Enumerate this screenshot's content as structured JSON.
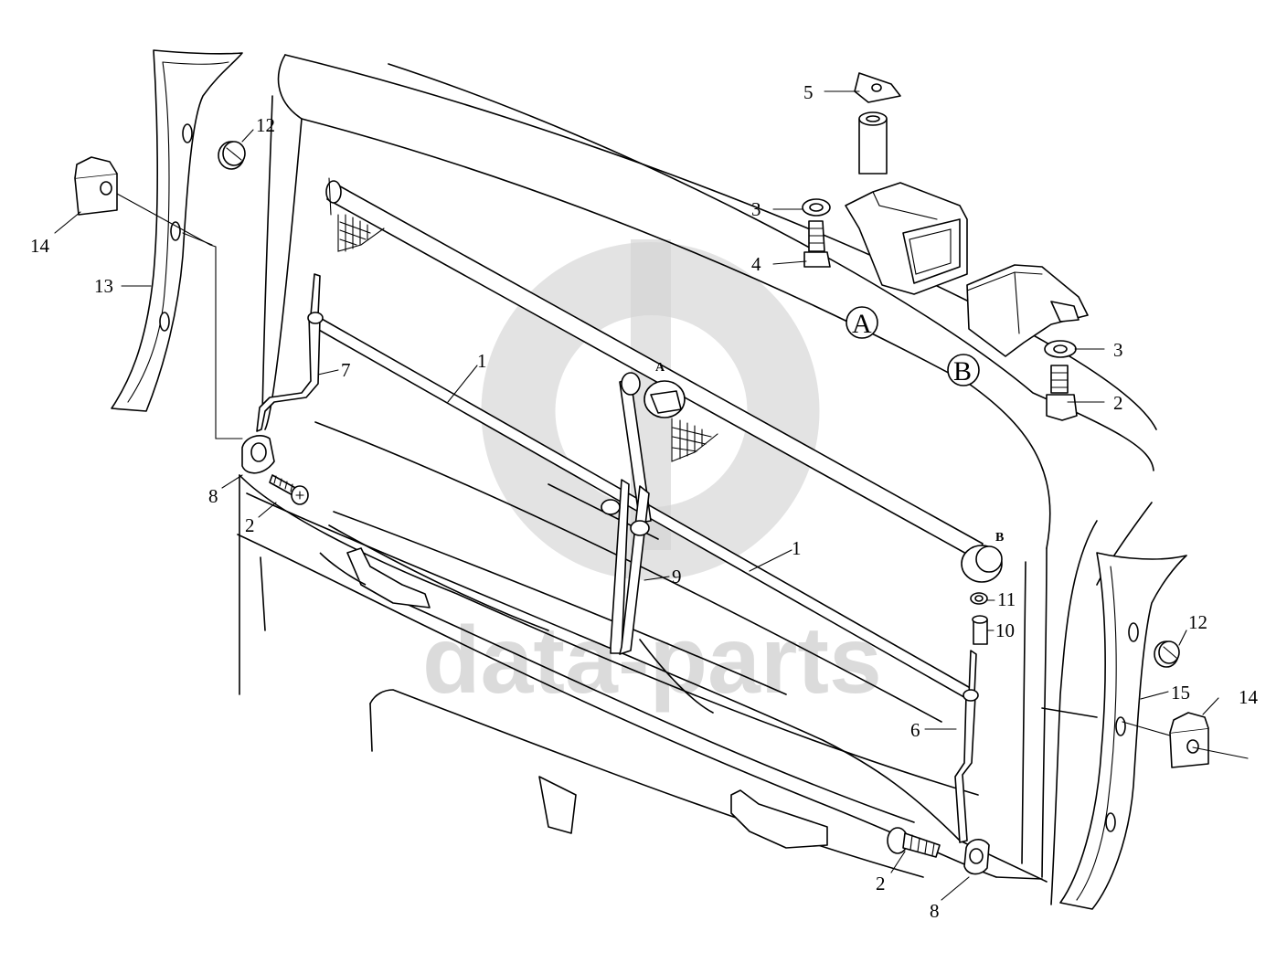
{
  "diagram": {
    "watermark": "data-parts",
    "callouts": [
      "1",
      "1",
      "2",
      "2",
      "2",
      "3",
      "3",
      "4",
      "5",
      "6",
      "7",
      "8",
      "8",
      "9",
      "10",
      "11",
      "12",
      "12",
      "13",
      "14",
      "14",
      "15"
    ],
    "detail_labels": [
      "A",
      "B"
    ],
    "point_markers": [
      "A",
      "B"
    ]
  },
  "colors": {
    "line": "#000000",
    "background": "#ffffff",
    "watermark": "#cfcfcf"
  }
}
